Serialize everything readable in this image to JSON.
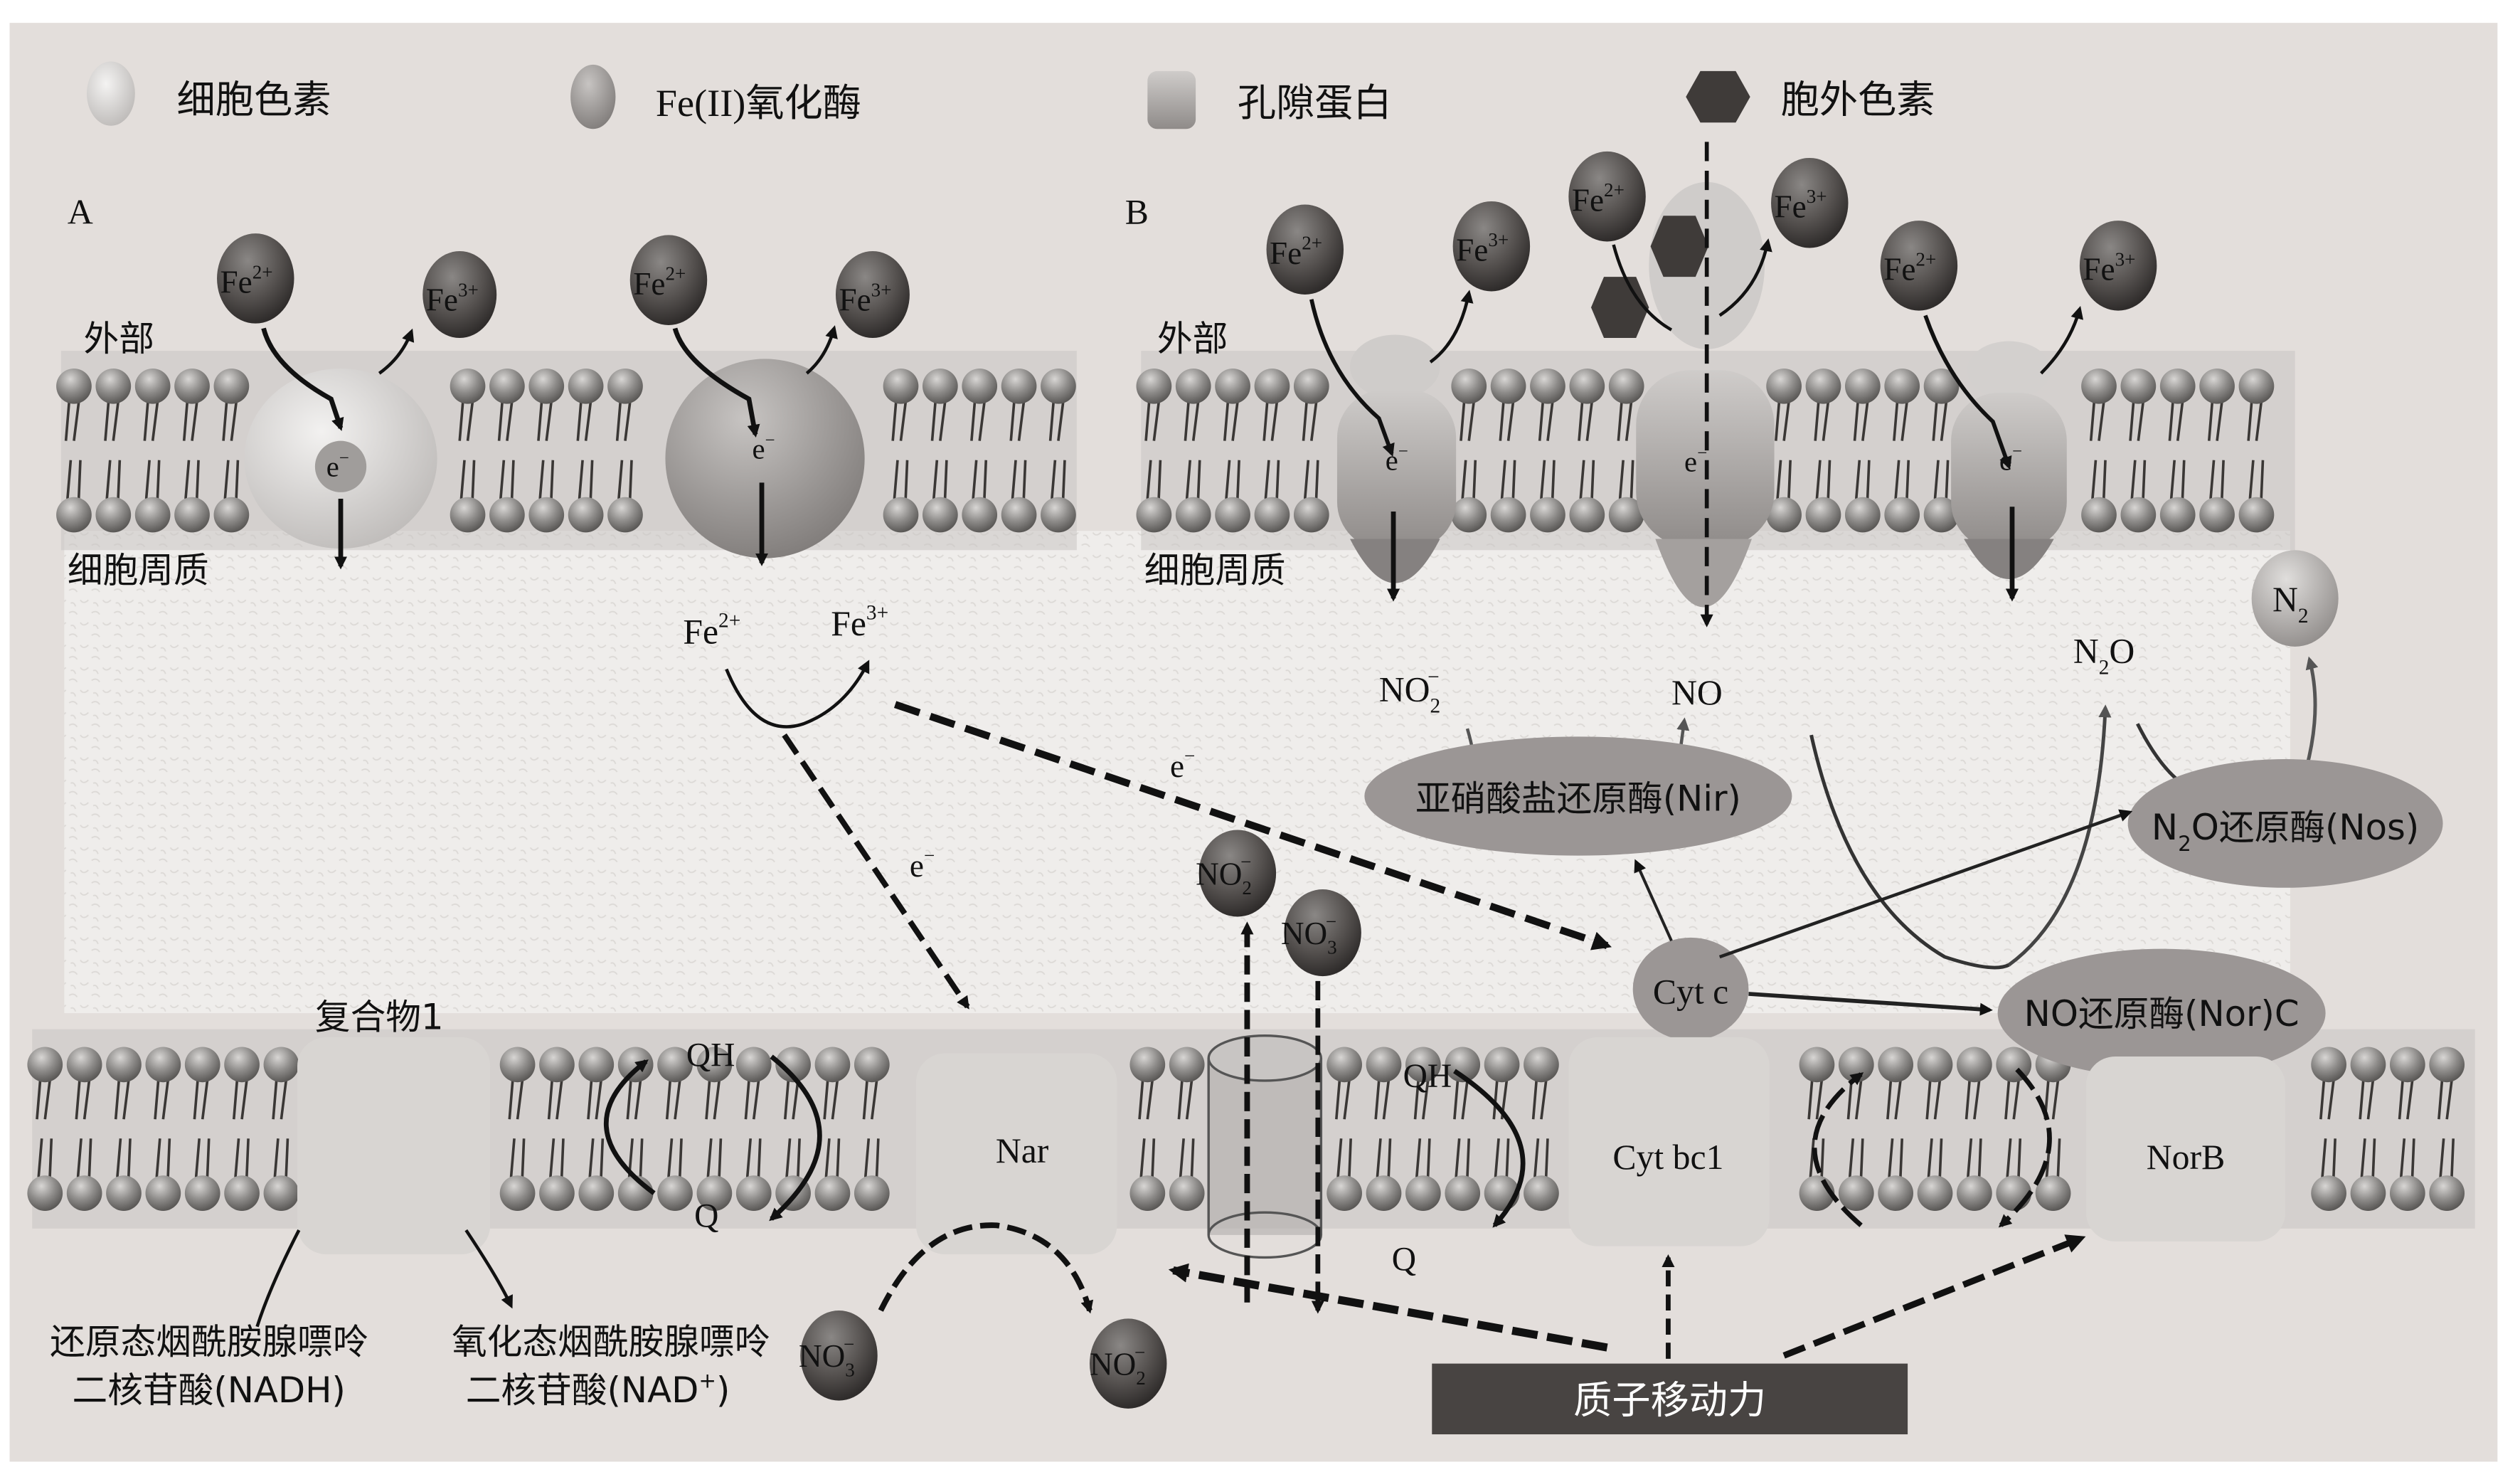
{
  "legend": [
    {
      "icon": "cytochrome-icon",
      "label": "细胞色素"
    },
    {
      "icon": "fe2-oxidase-icon",
      "label": "Fe(II)氧化酶"
    },
    {
      "icon": "porin-icon",
      "label": "孔隙蛋白"
    },
    {
      "icon": "extracellular-pigment-icon",
      "label": "胞外色素"
    }
  ],
  "panel_a": {
    "label": "A",
    "outside_label": "外部",
    "periplasm_label": "细胞周质",
    "ions": {
      "fe2": "Fe",
      "fe2_sup": "2+",
      "fe3": "Fe",
      "fe3_sup": "3+"
    },
    "electron": "e",
    "electron_sup": "−"
  },
  "panel_b": {
    "label": "B",
    "outside_label": "外部",
    "periplasm_label": "细胞周质"
  },
  "periplasm": {
    "fe2": "Fe",
    "fe2_sup": "2+",
    "fe3": "Fe",
    "fe3_sup": "3+",
    "e1": "e",
    "e2": "e",
    "e_sup": "−",
    "no2_ion": {
      "base": "NO",
      "sub": "2",
      "sup": "−"
    },
    "no3_ion": {
      "base": "NO",
      "sub": "3",
      "sup": "−"
    },
    "no2_label": {
      "base": "NO",
      "sub": "2",
      "sup": "−"
    },
    "no_label": "NO",
    "n2o_label": {
      "a": "N",
      "sub": "2",
      "b": "O"
    },
    "n2_label": {
      "base": "N",
      "sub": "2"
    }
  },
  "enzymes": {
    "nir": "亚硝酸盐还原酶(Nir)",
    "nos": {
      "a": "N",
      "sub": "2",
      "b": "O还原酶(Nos)"
    },
    "nor_c": "NO还原酶(Nor)C",
    "cyt_c": "Cyt c"
  },
  "inner_membrane": {
    "complex1_label": "复合物1",
    "nar": "Nar",
    "cyt_bc1": "Cyt bc1",
    "norb": "NorB",
    "qh1": "QH",
    "q1": "Q",
    "qh2": "QH",
    "q2": "Q"
  },
  "cytoplasm": {
    "nadh_line1": "还原态烟酰胺腺嘌呤",
    "nadh_line2": "二核苷酸(NADH)",
    "nad_line1": "氧化态烟酰胺腺嘌呤",
    "nad_line2": "二核苷酸(NAD",
    "nad_sup": "+",
    "nad_close": ")",
    "no3_ion": {
      "base": "NO",
      "sub": "3",
      "sup": "−"
    },
    "no2_ion": {
      "base": "NO",
      "sub": "2",
      "sup": "−"
    },
    "pmf_label": "质子移动力"
  },
  "colors": {
    "background": "#e3dedb",
    "periplasm": "#eeecea",
    "lipid_head": "#8c8a88",
    "ion_dark": "#4e4b49",
    "enzyme_oval": "#9b9695",
    "protein_light": "#d9d6d3",
    "pmf_box": "#484442",
    "hexagon": "#3f3b39"
  }
}
